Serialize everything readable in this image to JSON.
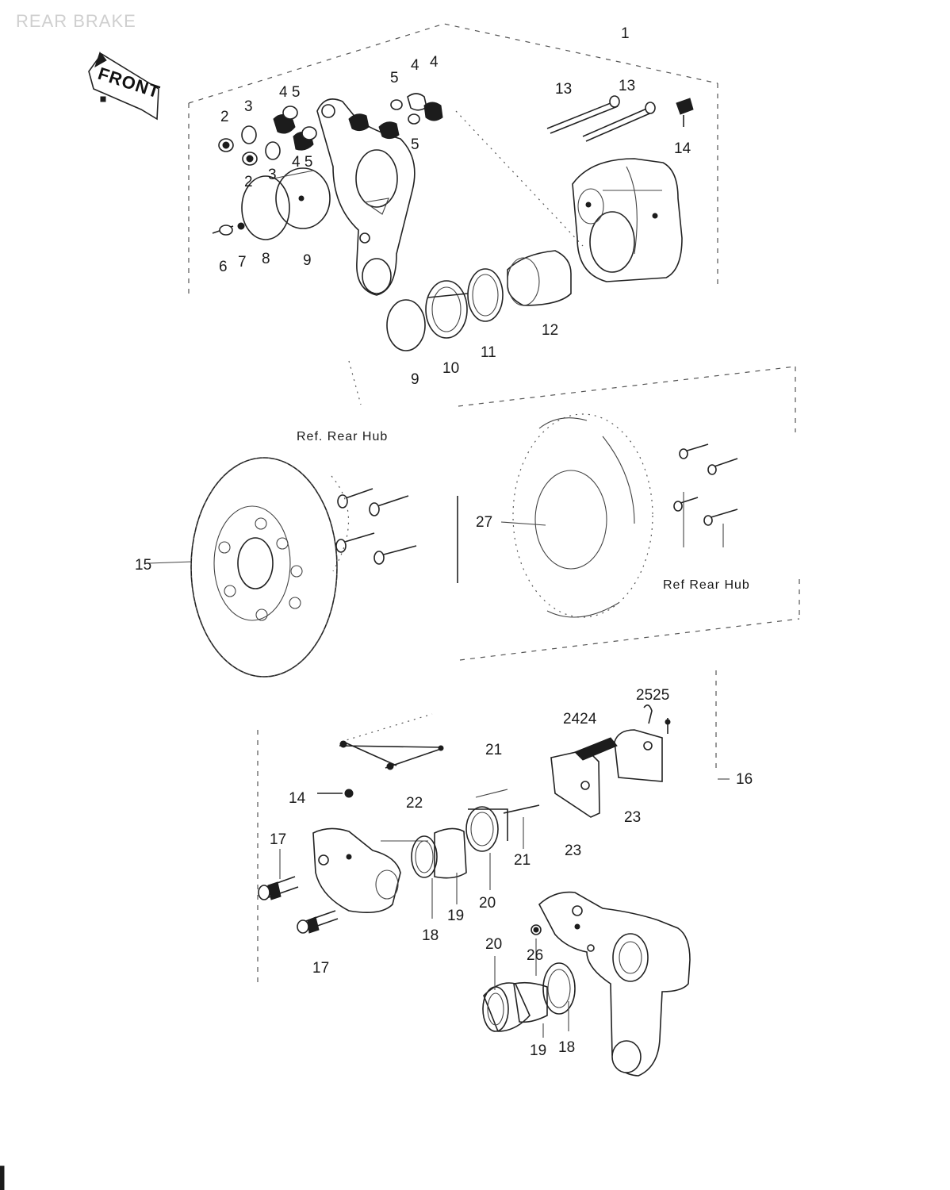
{
  "header": {
    "title": "REAR BRAKE"
  },
  "front_marker": {
    "label": "FRONT"
  },
  "references": {
    "rear_hub_left": "Ref. Rear Hub",
    "rear_hub_right": "Ref Rear Hub"
  },
  "callouts": {
    "c1": "1",
    "c2a": "2",
    "c2b": "2",
    "c3a": "3",
    "c3b": "3",
    "c45a": "4 5",
    "c45b": "4 5",
    "c5a": "5",
    "c5b": "5",
    "c4a": "4",
    "c4b": "4",
    "c6": "6",
    "c7": "7",
    "c8": "8",
    "c9a": "9",
    "c9b": "9",
    "c10": "10",
    "c11": "11",
    "c12": "12",
    "c13a": "13",
    "c13b": "13",
    "c14a": "14",
    "c14b": "14",
    "c15": "15",
    "c16": "16",
    "c17a": "17",
    "c17b": "17",
    "c18a": "18",
    "c18b": "18",
    "c19a": "19",
    "c19b": "19",
    "c20a": "20",
    "c20b": "20",
    "c21a": "21",
    "c21b": "21",
    "c22": "22",
    "c23a": "23",
    "c23b": "23",
    "c24": "2424",
    "c25": "2525",
    "c26": "26",
    "c27": "27"
  }
}
